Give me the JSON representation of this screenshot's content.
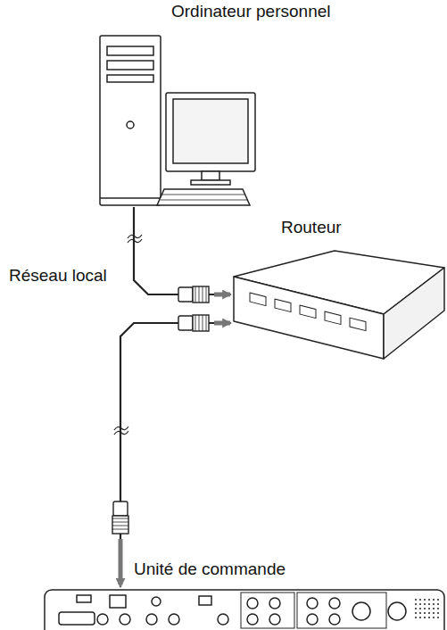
{
  "diagram": {
    "nodes": [
      {
        "text": [
          "Ordinateur personnel"
        ]
      },
      {
        "text": [
          "Routeur"
        ]
      },
      {
        "text": [
          "Unité de commande"
        ]
      }
    ],
    "edges": [
      {
        "from": 0,
        "to": 1,
        "arrow": "to"
      },
      {
        "from": 1,
        "to": 2,
        "arrow": "both"
      }
    ],
    "labels": [
      "Réseau local"
    ]
  }
}
